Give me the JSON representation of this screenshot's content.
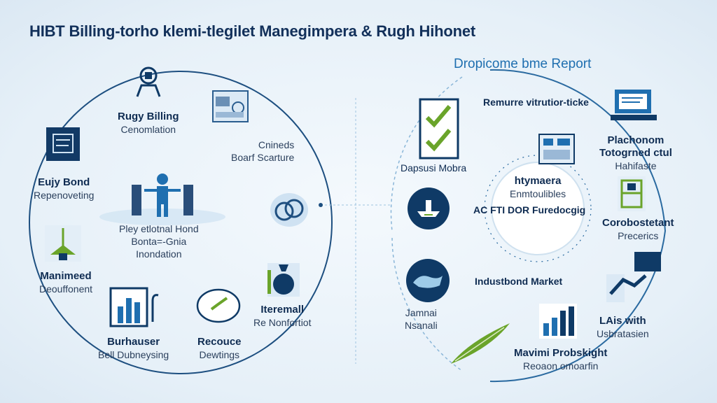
{
  "title": "HIBT Billing-torho klemi-tlegilet Manegimpera & Rugh Hihonet",
  "report_title": "Dropicome bme Report",
  "left_nodes": [
    {
      "h": "Rugy Billing",
      "s": "Cenomlation"
    },
    {
      "h": "Cnineds",
      "s": "Boarf Scarture"
    },
    {
      "h": "Eujy Bond",
      "s": "Repenoveting"
    },
    {
      "h": "Pley etlotnal Hond",
      "s": "Bonta=-Gnia",
      "s2": "Inondation"
    },
    {
      "h": "Manimeed",
      "s": "Deouffonent"
    },
    {
      "h": "Iteremall",
      "s": "Re Nonfortiot"
    },
    {
      "h": "Burhauser",
      "s": "Bell Dubneysing"
    },
    {
      "h": "Recouce",
      "s": "Dewtings"
    }
  ],
  "right_nodes": [
    {
      "h": "Remurre vitrutior-ticke"
    },
    {
      "h": "Plachonom",
      "s": "Totogrned ctul",
      "s2": "Hahifaste"
    },
    {
      "h": "Dapsusi Mobra"
    },
    {
      "h": "htymaera",
      "s": "Enmtoulibles"
    },
    {
      "h": "AC FTI DOR Furedocgig"
    },
    {
      "h": "Corobostetant",
      "s": "Precerics"
    },
    {
      "h": "Industbond Market"
    },
    {
      "h": "Jamnai",
      "s": "Nsanali"
    },
    {
      "h": "LAis with",
      "s": "Usbratasien"
    },
    {
      "h": "Mavimi Probskight",
      "s": "Reoaon omoarfin"
    }
  ],
  "colors": {
    "navy": "#0f3a66",
    "accent": "#1f6fb0",
    "green": "#6aa42a",
    "line": "#2a5d8f"
  }
}
